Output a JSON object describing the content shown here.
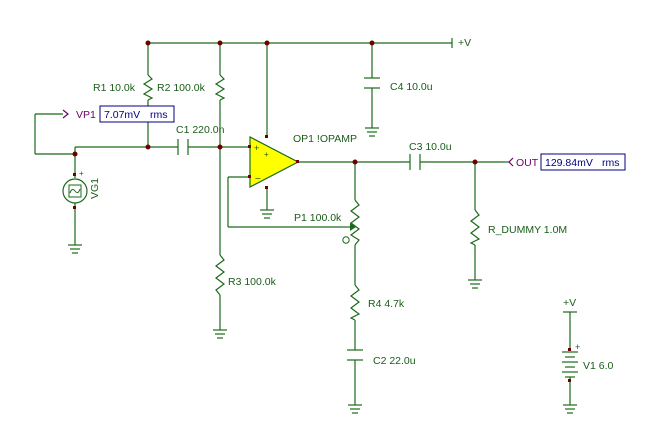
{
  "schematic": {
    "supply_label": "+V",
    "probes": {
      "vp1": {
        "name": "VP1",
        "reading": "7.07mV",
        "unit": "rms"
      },
      "out": {
        "name": "OUT",
        "reading": "129.84mV",
        "unit": "rms"
      }
    },
    "components": {
      "r1": "R1 10.0k",
      "r2": "R2 100.0k",
      "r3": "R3 100.0k",
      "r4": "R4 4.7k",
      "c1": "C1 220.0n",
      "c2": "C2 22.0u",
      "c3": "C3 10.0u",
      "c4": "C4 10.0u",
      "op1": "OP1 !OPAMP",
      "p1": "P1 100.0k",
      "r_dummy": "R_DUMMY 1.0M",
      "vg1": "VG1",
      "v1": "V1 6.0",
      "v1_supply": "+V"
    },
    "colors": {
      "wire": "#1a6a1a",
      "node": "#6a0000",
      "opamp_fill": "#ffff00",
      "meter_text": "#000080",
      "probe_text": "#6a006a"
    }
  }
}
